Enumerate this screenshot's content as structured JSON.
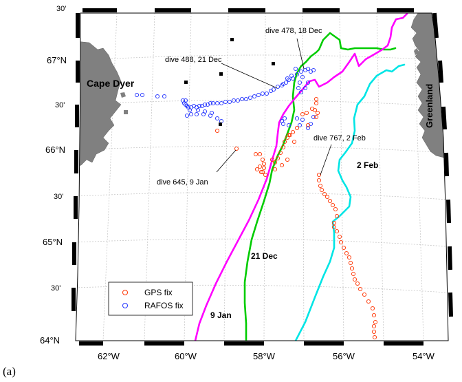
{
  "panel_label": "(a)",
  "lat_labels": [
    {
      "key": "l30top",
      "text": "30'"
    },
    {
      "key": "l67",
      "text": "67°N"
    },
    {
      "key": "l30b",
      "text": "30'"
    },
    {
      "key": "l66",
      "text": "66°N"
    },
    {
      "key": "l30c",
      "text": "30'"
    },
    {
      "key": "l65",
      "text": "65°N"
    },
    {
      "key": "l30d",
      "text": "30'"
    },
    {
      "key": "l64",
      "text": "64°N"
    }
  ],
  "lon_labels": [
    {
      "key": "w62",
      "text": "62°W"
    },
    {
      "key": "w60",
      "text": "60°W"
    },
    {
      "key": "w58",
      "text": "58°W"
    },
    {
      "key": "w56",
      "text": "56°W"
    },
    {
      "key": "w54",
      "text": "54°W"
    }
  ],
  "place_labels": {
    "cape_dyer": "Cape Dyer",
    "greenland": "Greenland"
  },
  "annotations": [
    {
      "key": "d478",
      "text": "dive 478, 18 Dec"
    },
    {
      "key": "d488",
      "text": "dive 488, 21 Dec"
    },
    {
      "key": "d767",
      "text": "dive 767, 2 Feb"
    },
    {
      "key": "d645",
      "text": "dive 645, 9 Jan"
    }
  ],
  "track_labels": [
    {
      "key": "t2feb",
      "text": "2 Feb",
      "color": "#00e5e5"
    },
    {
      "key": "t21dec",
      "text": "21 Dec",
      "color": "#00cc00"
    },
    {
      "key": "t9jan",
      "text": "9 Jan",
      "color": "#ff00ff"
    }
  ],
  "legend": {
    "gps": {
      "label": "GPS fix",
      "color": "#ff3300"
    },
    "rafos": {
      "label": "RAFOS fix",
      "color": "#2233ff"
    }
  },
  "colors": {
    "land": "#808080",
    "grid": "#c8c8c8",
    "square_marker": "#000000"
  }
}
